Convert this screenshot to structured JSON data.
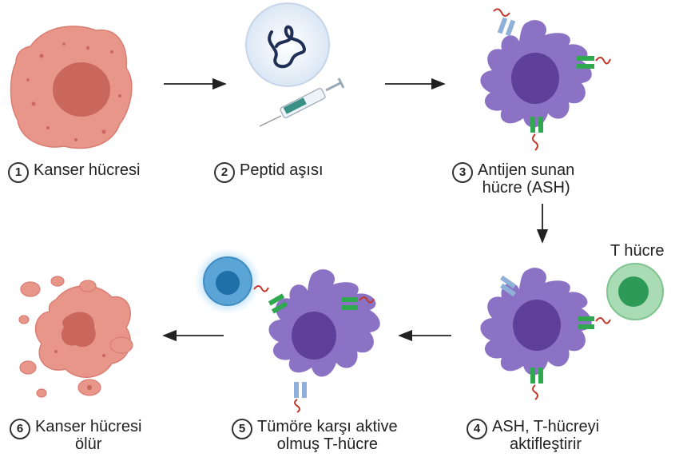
{
  "steps": [
    {
      "num": "1",
      "line1": "Kanser hücresi",
      "line2": ""
    },
    {
      "num": "2",
      "line1": "Peptid aşısı",
      "line2": ""
    },
    {
      "num": "3",
      "line1": "Antijen sunan",
      "line2": "hücre (ASH)"
    },
    {
      "num": "4",
      "line1": "ASH, T-hücreyi",
      "line2": "aktifleştirir"
    },
    {
      "num": "5",
      "line1": "Tümöre karşı aktive",
      "line2": "olmuş T-hücre"
    },
    {
      "num": "6",
      "line1": "Kanser hücresi",
      "line2": "ölür"
    }
  ],
  "t_cell_label": "T hücre",
  "colors": {
    "cancer": "#e8958a",
    "cancer_nucleus": "#c9675c",
    "apc": "#8b72c4",
    "apc_nucleus": "#5e3f9a",
    "t_cell": "#7fc48e",
    "active_t_cell": "#5aa5d6",
    "receptor_green": "#2fa84f",
    "receptor_blue": "#8fb0d8",
    "peptide": "#c0392b"
  }
}
